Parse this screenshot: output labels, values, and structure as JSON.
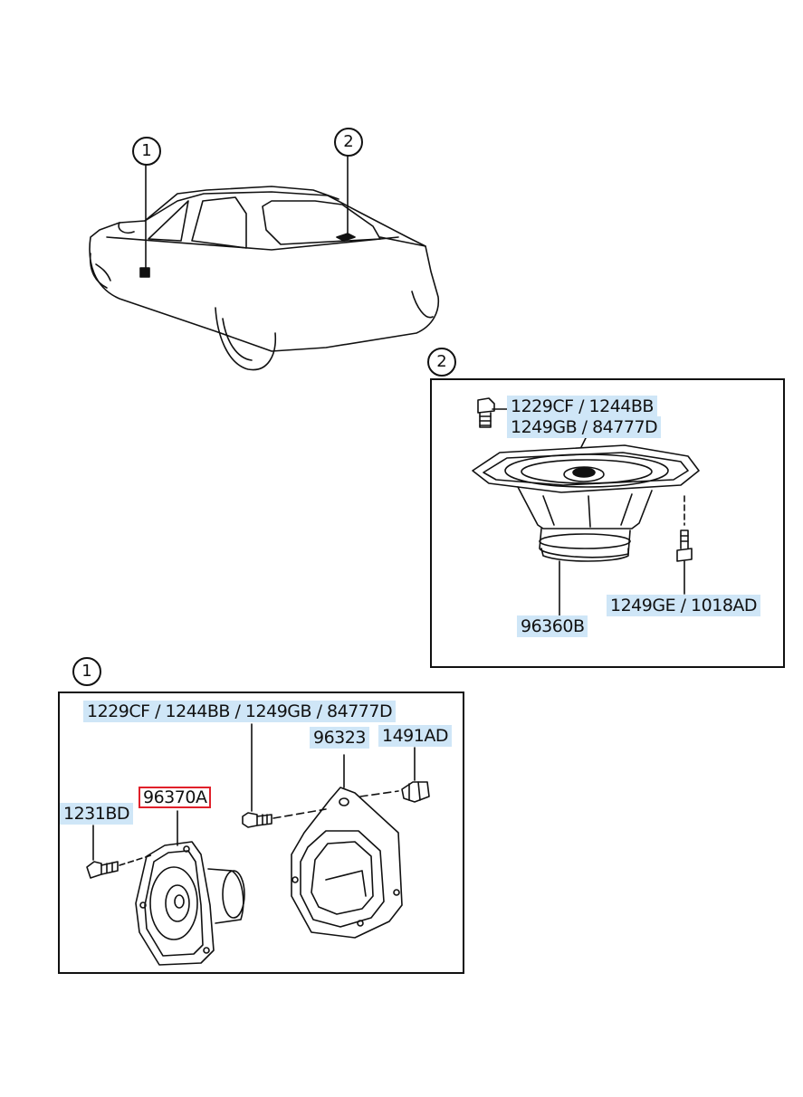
{
  "callouts": {
    "car_1": "1",
    "car_2": "2",
    "panel_2": "2",
    "panel_1": "1"
  },
  "panel2": {
    "bolt_label_line1": "1229CF / 1244BB",
    "bolt_label_line2": "1249GB / 84777D",
    "screw_label": "1249GE / 1018AD",
    "speaker_label": "96360B"
  },
  "panel1": {
    "bolt_label": "1229CF / 1244BB / 1249GB / 84777D",
    "bracket_label": "96323",
    "clip_label": "1491AD",
    "screw_label": "1231BD",
    "speaker_label": "96370A"
  },
  "colors": {
    "label_highlight": "#cfe6f7",
    "selected_border": "#e0202a",
    "line": "#111111"
  }
}
